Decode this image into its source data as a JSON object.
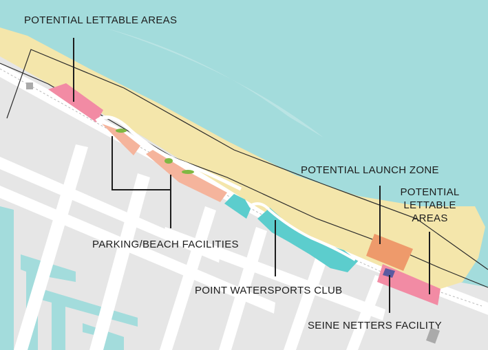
{
  "labels": {
    "lettable_top": "POTENTIAL LETTABLE AREAS",
    "launch_zone": "POTENTIAL LAUNCH ZONE",
    "lettable_right_1": "POTENTIAL",
    "lettable_right_2": "LETTABLE",
    "lettable_right_3": "AREAS",
    "parking": "PARKING/BEACH FACILITIES",
    "watersports": "POINT WATERSPORTS CLUB",
    "seine": "SEINE NETTERS FACILITY"
  },
  "colors": {
    "water": "#a3dcdc",
    "land": "#e6e6e6",
    "roads": "#ffffff",
    "beach": "#f4e6ab",
    "lettable": "#f28ba4",
    "parking": "#f5b49c",
    "watersports": "#5ccdcd",
    "launch_zone": "#ee9a6b",
    "seine_netters": "#5a5aa0",
    "vegetation": "#7fb843"
  }
}
